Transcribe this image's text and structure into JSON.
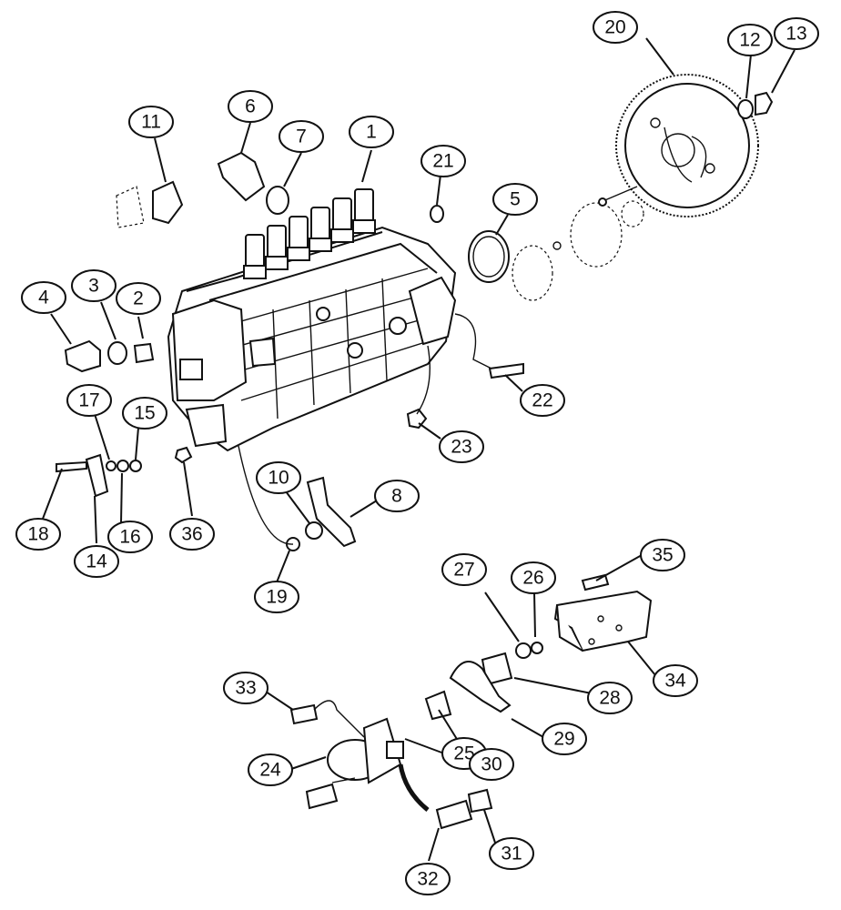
{
  "diagram": {
    "callouts": [
      "1",
      "2",
      "3",
      "4",
      "5",
      "6",
      "7",
      "8",
      "10",
      "11",
      "12",
      "13",
      "14",
      "15",
      "16",
      "17",
      "18",
      "19",
      "20",
      "21",
      "22",
      "23",
      "24",
      "25",
      "26",
      "27",
      "28",
      "29",
      "30",
      "31",
      "32",
      "33",
      "34",
      "35",
      "36"
    ]
  }
}
